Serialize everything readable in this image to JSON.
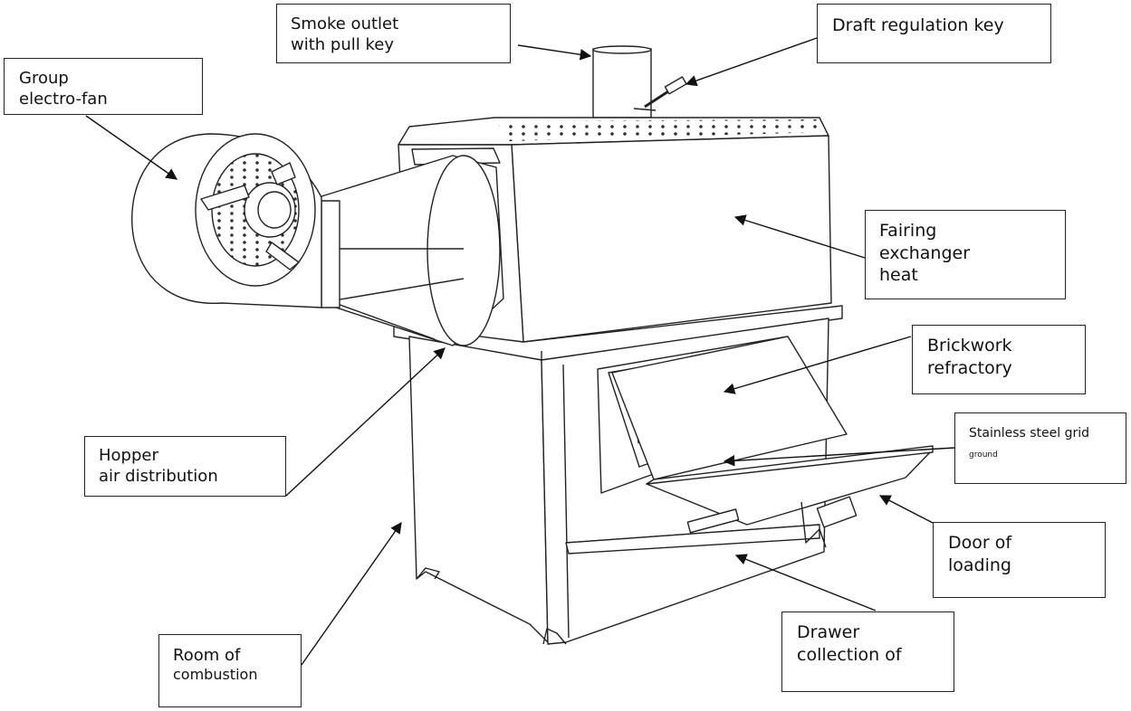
{
  "labels": {
    "smoke_outlet": [
      "Smoke outlet",
      "with pull key"
    ],
    "draft_key": [
      "Draft regulation key"
    ],
    "group_fan": [
      "Group",
      "electro-fan"
    ],
    "fairing": [
      "Fairing",
      "exchanger",
      "heat"
    ],
    "brickwork": [
      "Brickwork",
      "refractory"
    ],
    "grid": [
      "Stainless steel grid",
      "ground"
    ],
    "hopper": [
      "Hopper",
      "air distribution"
    ],
    "door": [
      "Door of",
      "loading"
    ],
    "drawer": [
      "Drawer",
      "collection of"
    ],
    "room": [
      "Room of",
      "combustion"
    ]
  },
  "colors": {
    "line": "#222222",
    "background": "#ffffff"
  }
}
